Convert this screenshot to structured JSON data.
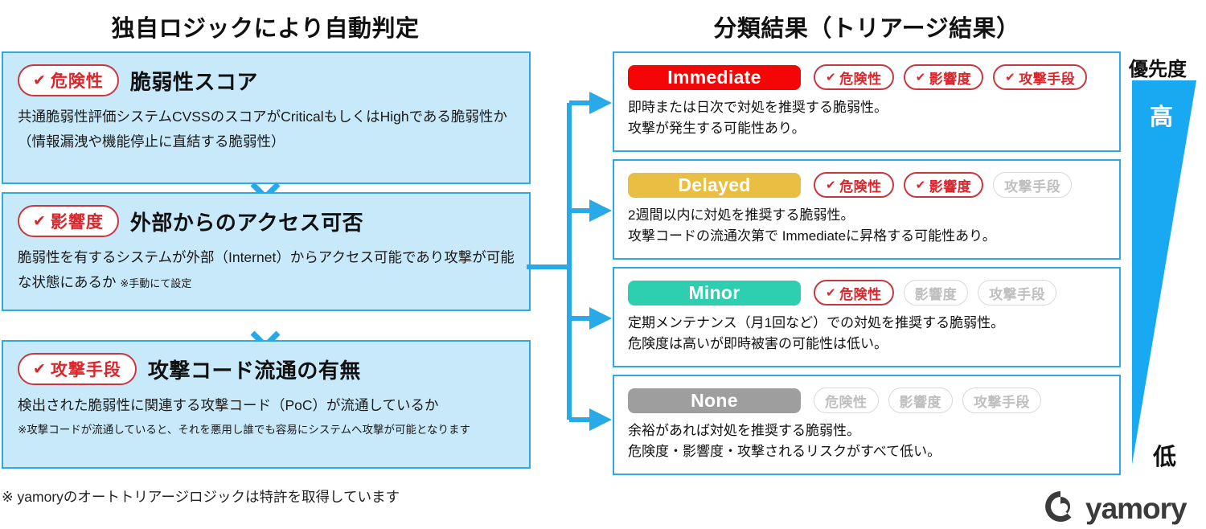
{
  "headings": {
    "left": "独自ロジックにより自動判定",
    "right": "分類結果（トリアージ結果）"
  },
  "criteria": [
    {
      "badge": "危険性",
      "check": "✔",
      "title": "脆弱性スコア",
      "desc": "共通脆弱性評価システムCVSSのスコアがCriticalもしくはHighである脆弱性か（情報漏洩や機能停止に直結する脆弱性）",
      "note": ""
    },
    {
      "badge": "影響度",
      "check": "✔",
      "title": "外部からのアクセス可否",
      "desc": "脆弱性を有するシステムが外部（Internet）からアクセス可能であり攻撃が可能な状態にあるか",
      "note": "※手動にて設定"
    },
    {
      "badge": "攻撃手段",
      "check": "✔",
      "title": "攻撃コード流通の有無",
      "desc": "検出された脆弱性に関連する攻撃コード（PoC）が流通しているか",
      "note": "※攻撃コードが流通していると、それを悪用し誰でも容易にシステムへ攻撃が可能となります"
    }
  ],
  "operators": [
    "×",
    "×"
  ],
  "left_note": "※ yamoryのオートトリアージロジックは特許を取得しています",
  "results": [
    {
      "severity": "Immediate",
      "color": "#f50606",
      "tags": [
        {
          "label": "危険性",
          "active": true,
          "check": "✔"
        },
        {
          "label": "影響度",
          "active": true,
          "check": "✔"
        },
        {
          "label": "攻撃手段",
          "active": true,
          "check": "✔"
        }
      ],
      "desc_line1": "即時または日次で対処を推奨する脆弱性。",
      "desc_line2": "攻撃が発生する可能性あり。"
    },
    {
      "severity": "Delayed",
      "color": "#e8be43",
      "tags": [
        {
          "label": "危険性",
          "active": true,
          "check": "✔"
        },
        {
          "label": "影響度",
          "active": true,
          "check": "✔"
        },
        {
          "label": "攻撃手段",
          "active": false,
          "check": ""
        }
      ],
      "desc_line1": "2週間以内に対処を推奨する脆弱性。",
      "desc_line2": "攻撃コードの流通次第で Immediateに昇格する可能性あり。"
    },
    {
      "severity": "Minor",
      "color": "#2ecfb0",
      "tags": [
        {
          "label": "危険性",
          "active": true,
          "check": "✔"
        },
        {
          "label": "影響度",
          "active": false,
          "check": ""
        },
        {
          "label": "攻撃手段",
          "active": false,
          "check": ""
        }
      ],
      "desc_line1": "定期メンテナンス（月1回など）での対処を推奨する脆弱性。",
      "desc_line2": "危険度は高いが即時被害の可能性は低い。"
    },
    {
      "severity": "None",
      "color": "#9e9e9e",
      "tags": [
        {
          "label": "危険性",
          "active": false,
          "check": ""
        },
        {
          "label": "影響度",
          "active": false,
          "check": ""
        },
        {
          "label": "攻撃手段",
          "active": false,
          "check": ""
        }
      ],
      "desc_line1": "余裕があれば対処を推奨する脆弱性。",
      "desc_line2": "危険度・影響度・攻撃されるリスクがすべて低い。"
    }
  ],
  "priority": {
    "label": "優先度",
    "high": "高",
    "low": "低",
    "color": "#18a9f2"
  },
  "logo": {
    "word": "yamory",
    "color": "#3b3b3b"
  },
  "theme": {
    "box_border": "#31a8e0",
    "box_fill": "#c8e9fa",
    "accent_red": "#d8262c",
    "connector": "#29a9e8"
  }
}
